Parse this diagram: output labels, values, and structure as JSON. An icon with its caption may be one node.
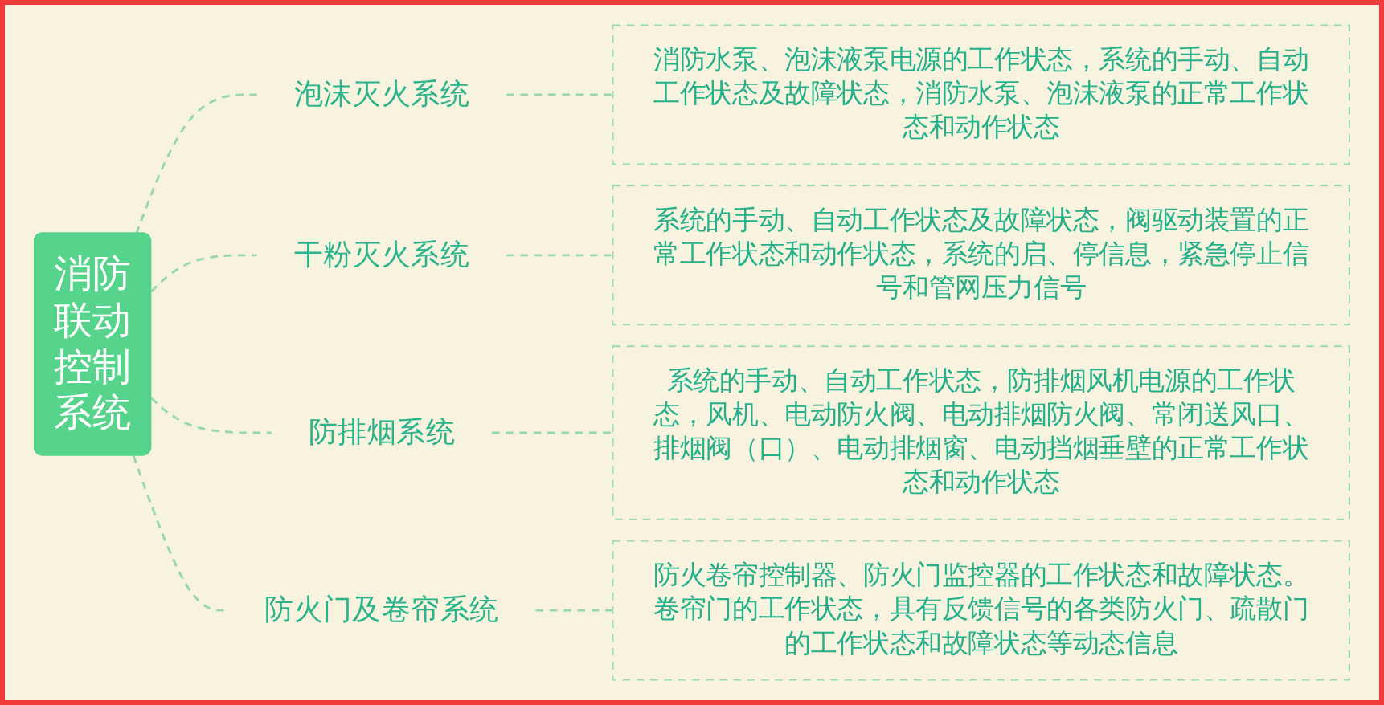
{
  "diagram": {
    "nodes": [
      {
        "text": [
          "消防联动控制系统"
        ]
      },
      {
        "text": [
          "泡沫灭火系统"
        ]
      },
      {
        "text": [
          "消防水泵、泡沫液泵电源的工作状态，系统的手动、自动工作状态及故障状态，消防水泵、泡沫液泵的正常工作状态和动作状态"
        ]
      },
      {
        "text": [
          "干粉灭火系统"
        ]
      },
      {
        "text": [
          "系统的手动、自动工作状态及故障状态，阀驱动装置的正常工作状态和动作状态，系统的启、停信息，紧急停止信号和管网压力信号"
        ]
      },
      {
        "text": [
          "防排烟系统"
        ]
      },
      {
        "text": [
          "系统的手动、自动工作状态，防排烟风机电源的工作状态，风机、电动防火阀、电动排烟防火阀、常闭送风口、排烟阀（口）、电动排烟窗、电动挡烟垂壁的正常工作状态和动作状态"
        ]
      },
      {
        "text": [
          "防火门及卷帘系统"
        ]
      },
      {
        "text": [
          "防火卷帘控制器、防火门监控器的工作状态和故障状态。卷帘门的工作状态，具有反馈信号的各类防火门、疏散门的工作状态和故障状态等动态信息"
        ]
      }
    ],
    "edges": [
      {
        "from": 0,
        "to": 1,
        "arrow": "none",
        "style": "dashed"
      },
      {
        "from": 0,
        "to": 3,
        "arrow": "none",
        "style": "dashed"
      },
      {
        "from": 0,
        "to": 5,
        "arrow": "none",
        "style": "dashed"
      },
      {
        "from": 0,
        "to": 7,
        "arrow": "none",
        "style": "dashed"
      },
      {
        "from": 1,
        "to": 2,
        "arrow": "none",
        "style": "dashed"
      },
      {
        "from": 3,
        "to": 4,
        "arrow": "none",
        "style": "dashed"
      },
      {
        "from": 5,
        "to": 6,
        "arrow": "none",
        "style": "dashed"
      },
      {
        "from": 7,
        "to": 8,
        "arrow": "none",
        "style": "dashed"
      }
    ]
  }
}
